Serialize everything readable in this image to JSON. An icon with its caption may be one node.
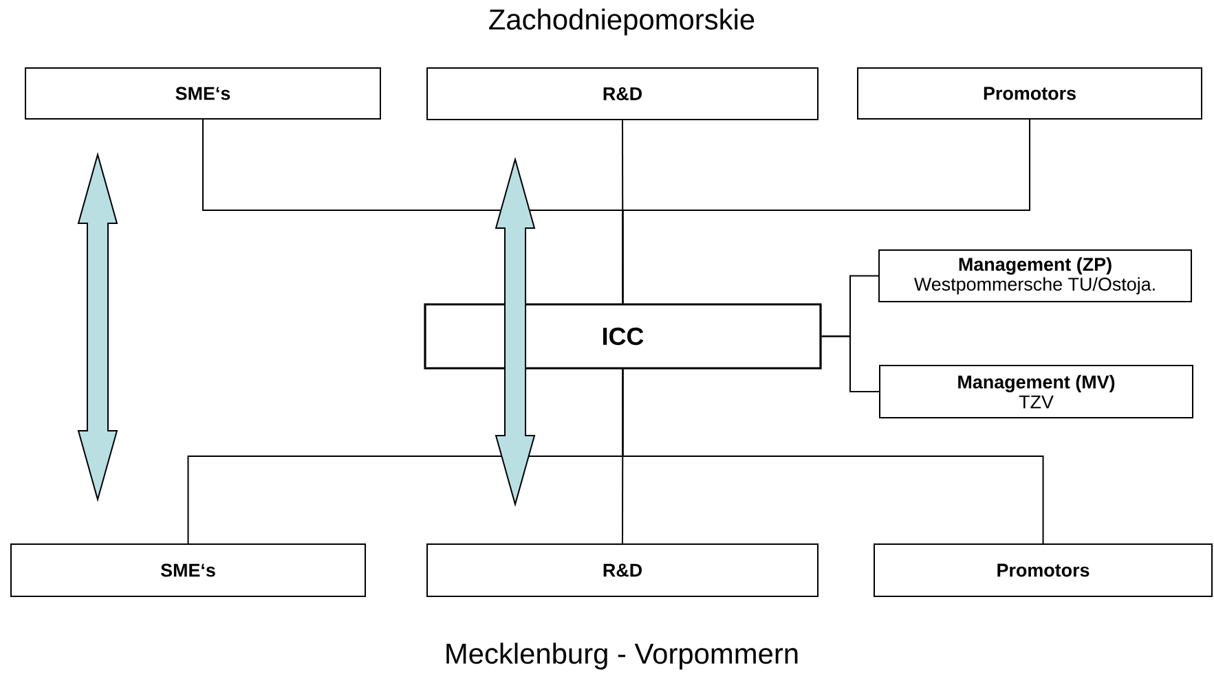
{
  "diagram": {
    "nodes": [
      {
        "text": [
          "SME‘s"
        ]
      },
      {
        "text": [
          "R&D"
        ]
      },
      {
        "text": [
          "Promotors"
        ]
      },
      {
        "text": [
          "ICC"
        ]
      },
      {
        "text": [
          "Management (ZP)",
          "Westpommersche TU/Ostoja."
        ]
      },
      {
        "text": [
          "Management (MV)",
          "TZV"
        ]
      },
      {
        "text": [
          "SME‘s"
        ]
      },
      {
        "text": [
          "R&D"
        ]
      },
      {
        "text": [
          "Promotors"
        ]
      }
    ],
    "edges": [
      {
        "from": 0,
        "to": 3,
        "arrow": "none"
      },
      {
        "from": 1,
        "to": 3,
        "arrow": "none"
      },
      {
        "from": 2,
        "to": 3,
        "arrow": "none"
      },
      {
        "from": 3,
        "to": 4,
        "arrow": "none"
      },
      {
        "from": 3,
        "to": 5,
        "arrow": "none"
      },
      {
        "from": 3,
        "to": 6,
        "arrow": "none"
      },
      {
        "from": 3,
        "to": 7,
        "arrow": "none"
      },
      {
        "from": 3,
        "to": 8,
        "arrow": "none"
      }
    ],
    "labels": [
      "Zachodniepomorskie",
      "Mecklenburg - Vorpommern"
    ]
  }
}
